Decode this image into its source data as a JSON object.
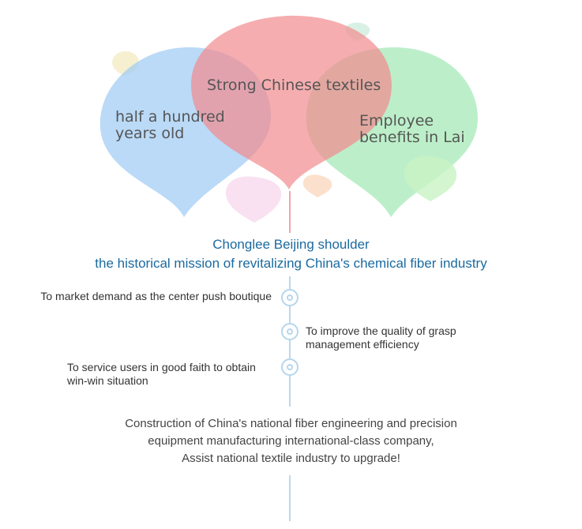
{
  "colors": {
    "balloon_blue": "#9ccbf4",
    "balloon_red": "#f28a8e",
    "balloon_green": "#9fe8b2",
    "heading": "#1a6aa0",
    "timeline": "#bcd8ee"
  },
  "balloons": {
    "top_label": "Strong Chinese textiles",
    "left_label_line1": "half a hundred",
    "left_label_line2": "years old",
    "right_label_line1": "Employee",
    "right_label_line2": "benefits in Lai"
  },
  "heading": {
    "line1": "Chonglee Beijing shoulder",
    "line2": "the historical mission of revitalizing China's chemical fiber industry"
  },
  "timeline": [
    {
      "line1": "To market demand as the center push boutique",
      "line2": ""
    },
    {
      "line1": "To improve the quality of grasp",
      "line2": "management efficiency"
    },
    {
      "line1": "To service users in good faith to obtain",
      "line2": "win-win situation"
    }
  ],
  "footer": {
    "line1": "Construction of China's national fiber engineering and precision",
    "line2": "equipment manufacturing international-class company,",
    "line3": "Assist national textile industry to upgrade!"
  }
}
